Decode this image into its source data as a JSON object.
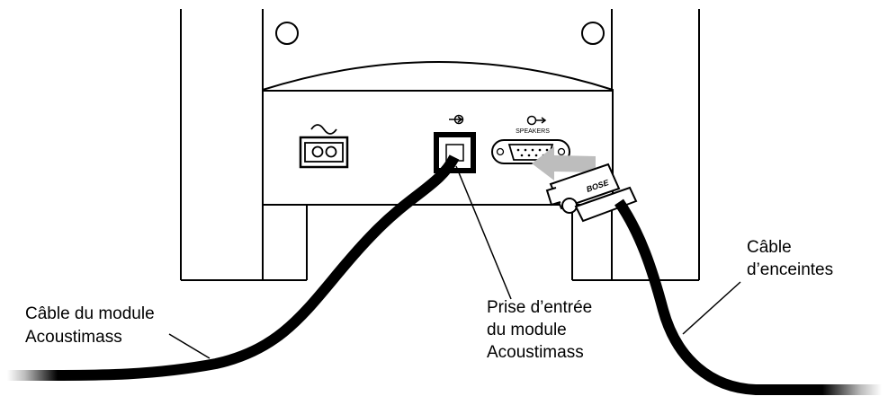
{
  "labels": {
    "module_cable": [
      "Câble du module",
      "Acoustimass"
    ],
    "input_jack": [
      "Prise d’entrée",
      "du module",
      "Acoustimass"
    ],
    "speaker_cable": [
      "Câble",
      "d’enceintes"
    ]
  },
  "panel": {
    "speakers_text": "SPEAKERS",
    "connector_brand": "BOSE"
  },
  "colors": {
    "ink": "#000000",
    "arrow_gray": "#bdbdbd"
  }
}
